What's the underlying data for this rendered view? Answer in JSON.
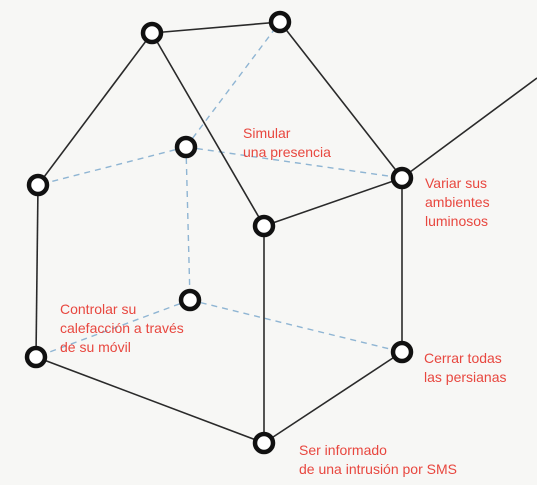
{
  "colors": {
    "solid_edge": "#2a2a2a",
    "dashed_edge": "#8fb5d3",
    "node_stroke": "#111111",
    "node_fill": "#ffffff",
    "label_text": "#e8473f",
    "background": "#f7f7f5"
  },
  "labels": {
    "simular": [
      "Simular",
      "una presencia"
    ],
    "variar": [
      "Variar sus",
      "ambientes",
      "luminosos"
    ],
    "controlar": [
      "Controlar su",
      "calefacción a través",
      "de su móvil"
    ],
    "cerrar": [
      "Cerrar todas",
      "las persianas"
    ],
    "ser_informado": [
      "Ser informado",
      "de una intrusión por SMS"
    ]
  }
}
